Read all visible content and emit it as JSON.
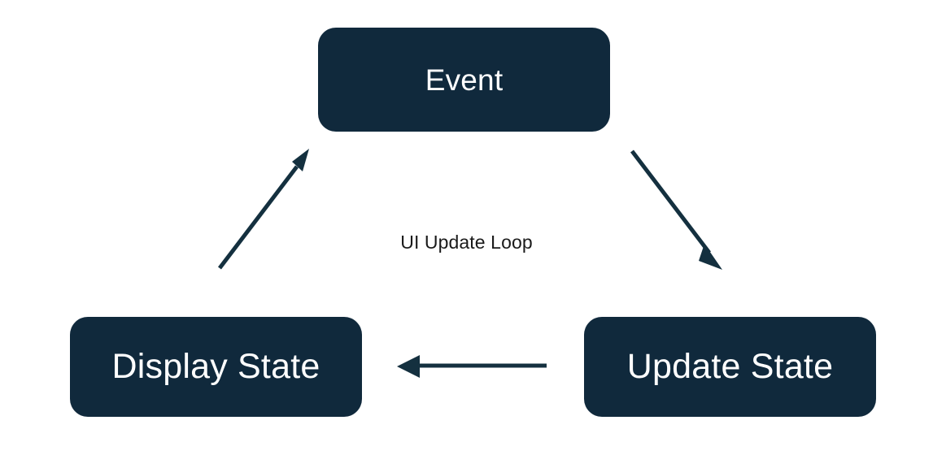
{
  "diagram": {
    "title": "UI Update Loop",
    "background_color": "#ffffff",
    "node_fill_color": "#10293C",
    "node_text_color": "#ffffff",
    "arrow_color": "#14303F",
    "caption_color": "#1A1A1A",
    "nodes": [
      {
        "id": "event",
        "label": "Event"
      },
      {
        "id": "update_state",
        "label": "Update State"
      },
      {
        "id": "display_state",
        "label": "Display State"
      }
    ],
    "edges": [
      {
        "id": "event-to-update",
        "from": "Event",
        "to": "Update State",
        "label": ""
      },
      {
        "id": "update-to-display",
        "from": "Update State",
        "to": "Display State",
        "label": ""
      },
      {
        "id": "display-to-event",
        "from": "Display State",
        "to": "Event",
        "label": ""
      }
    ],
    "center_label": "UI Update Loop"
  }
}
